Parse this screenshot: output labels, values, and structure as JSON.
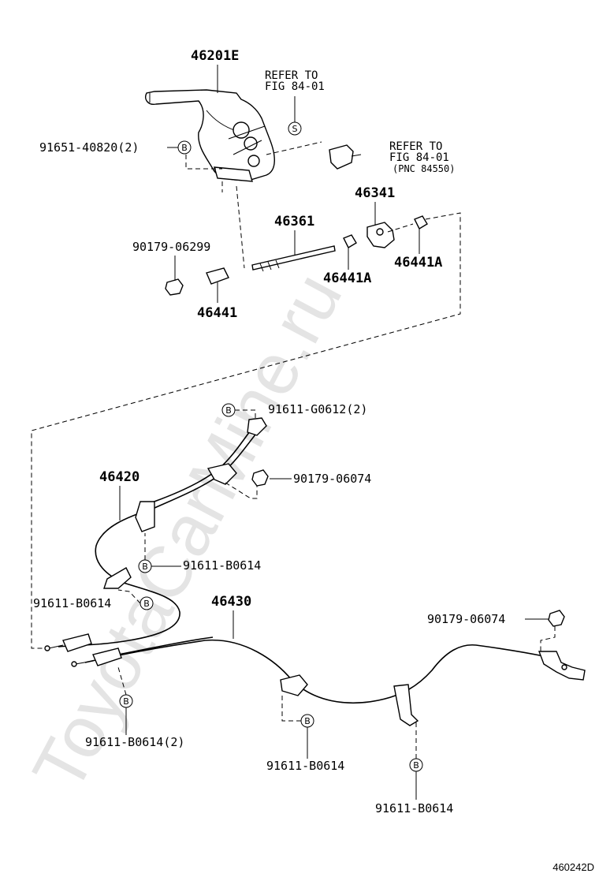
{
  "watermark": "ToyotaCarMine.ru",
  "diagram_code": "460242D",
  "markers": {
    "b": "B",
    "s": "S"
  },
  "labels": {
    "p46201e": "46201E",
    "refer1_line1": "REFER TO",
    "refer1_line2": "FIG 84-01",
    "refer2_line1": "REFER TO",
    "refer2_line2": "FIG 84-01",
    "refer2_pnc": "(PNC 84550)",
    "p91651": "91651-40820(2)",
    "p46341": "46341",
    "p46361": "46361",
    "p90179_06299": "90179-06299",
    "p46441a_right": "46441A",
    "p46441a_left": "46441A",
    "p46441": "46441",
    "p91611_g0612": "91611-G0612(2)",
    "p46420": "46420",
    "p90179_06074_a": "90179-06074",
    "p91611_b0614_a": "91611-B0614",
    "p91611_b0614_b": "91611-B0614",
    "p46430": "46430",
    "p90179_06074_b": "90179-06074",
    "p91611_b0614_2": "91611-B0614(2)",
    "p91611_b0614_c": "91611-B0614",
    "p91611_b0614_d": "91611-B0614"
  }
}
